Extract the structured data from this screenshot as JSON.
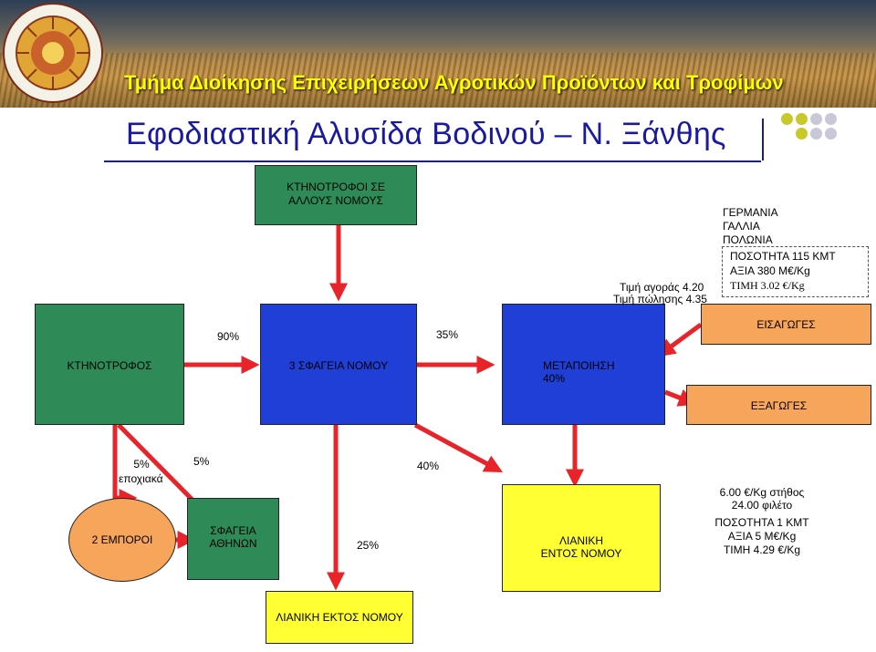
{
  "header": {
    "department": "Τμήμα Διοίκησης Επιχειρήσεων Αγροτικών Προϊόντων και Τροφίμων",
    "title": "Εφοδιαστική Αλυσίδα Βοδινού – Ν. Ξάνθης"
  },
  "diagram": {
    "nodes": {
      "other_breeders": [
        "ΚΤΗΝΟΤΡΟΦΟΙ ΣΕ",
        "ΑΛΛΟΥΣ ΝΟΜΟΥΣ"
      ],
      "breeder": "ΚΤΗΝΟΤΡΟΦΟΣ",
      "slaughterhouses": "3 ΣΦΑΓΕΙΑ ΝΟΜΟΥ",
      "processing": [
        "ΜΕΤΑΠΟΙΗΣΗ",
        "40%"
      ],
      "imports": "ΕΙΣΑΓΩΓΕΣ",
      "exports": "ΕΞΑΓΩΓΕΣ",
      "merchants": "2 ΕΜΠΟΡΟΙ",
      "athens_slaughterhouses": [
        "ΣΦΑΓΕΙΑ",
        "ΑΘΗΝΩΝ"
      ],
      "local_retail": [
        "ΛΙΑΝΙΚΗ",
        "ΕΝΤΟΣ ΝΟΜΟΥ"
      ],
      "outside_retail": "ΛΙΑΝΙΚΗ ΕΚΤΟΣ ΝΟΜΟΥ"
    },
    "flow_labels": {
      "breeder_to_slaughter": "90%",
      "slaughter_to_processing": "35%",
      "seasonal": [
        "5%",
        "εποχιακά"
      ],
      "to_athens": "5%",
      "to_retail": "40%",
      "to_outside": "25%"
    },
    "prices": [
      "Τιμή αγοράς 4.20",
      "Τιμή πώλησης 4.35"
    ],
    "import_info": {
      "countries": [
        "ΓΕΡΜΑΝΙΑ",
        "ΓΑΛΛΙΑ",
        "ΠΟΛΩΝΙΑ"
      ],
      "details": [
        "ΠΟΣΟΤΗΤΑ 115 ΚΜΤ",
        "ΑΞΙΑ 380 Μ€/Kg",
        "ΤΙΜΗ 3.02 €/Kg"
      ]
    },
    "retail_info": {
      "prices": [
        "6.00 €/Kg στήθος",
        "24.00 φιλέτο"
      ],
      "details": [
        "ΠΟΣΟΤΗΤΑ 1 ΚΜΤ",
        "ΑΞΙΑ 5 Μ€/Kg",
        "ΤΙΜΗ 4.29 €/Kg"
      ]
    }
  },
  "colors": {
    "green": "#2e8b57",
    "blue": "#1f3fd6",
    "yellow": "#ffff33",
    "orange": "#f7a55a",
    "arrow": "#e8232a",
    "title": "#1a1aa0",
    "department": "#ffff00"
  }
}
